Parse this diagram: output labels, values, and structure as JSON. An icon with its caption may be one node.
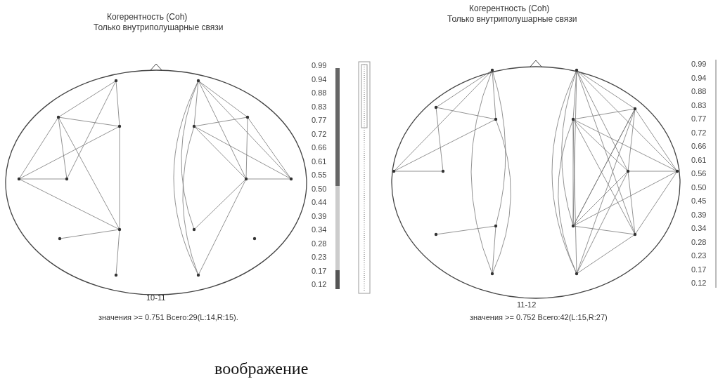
{
  "diagram": {
    "labels": [
      "Когерентность (Coh)",
      "Только внутриполушарные связи",
      "0.99",
      "0.94",
      "0.88",
      "0.83",
      "0.77",
      "0.72",
      "0.66",
      "0.61",
      "0.55",
      "0.50",
      "0.44",
      "0.39",
      "0.34",
      "0.28",
      "0.23",
      "0.17",
      "0.12",
      "10-11",
      "значения >= 0.751  Всего:29(L:14,R:15).",
      "Когерентность (Coh)",
      "Только внутриполушарные связи",
      "0.99",
      "0.94",
      "0.88",
      "0.83",
      "0.77",
      "0.72",
      "0.66",
      "0.61",
      "0.56",
      "0.50",
      "0.45",
      "0.39",
      "0.34",
      "0.28",
      "0.23",
      "0.17",
      "0.12",
      "11-12",
      "значения >= 0.752  Всего:42(L:15,R:27)",
      "воображение"
    ]
  }
}
